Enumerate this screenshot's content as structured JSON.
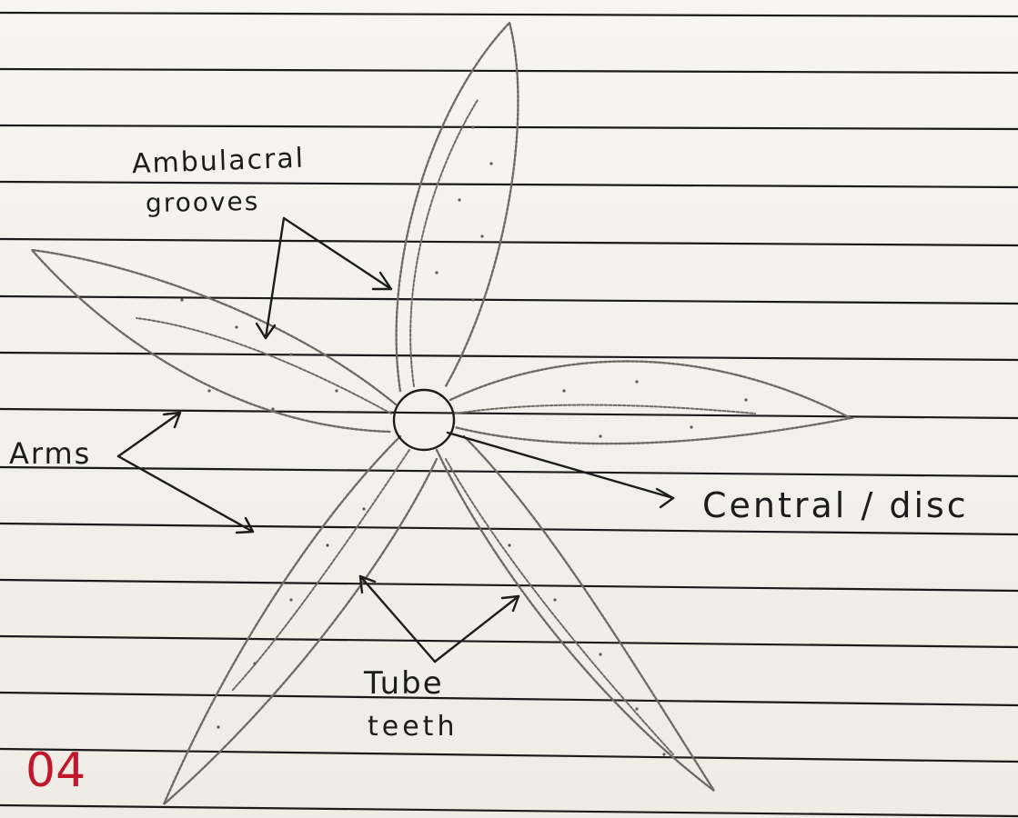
{
  "diagram": {
    "labels": {
      "ambulacral": "Ambulacral",
      "grooves": "grooves",
      "arms": "Arms",
      "central_disc": "Central / disc",
      "tube": "Tube",
      "teeth": "teeth",
      "page_number": "04"
    },
    "colors": {
      "ink": "#1c1c1c",
      "pencil": "#6e6a66",
      "ruled_line": "#1a1a1a",
      "page_number": "#c0182a"
    }
  }
}
